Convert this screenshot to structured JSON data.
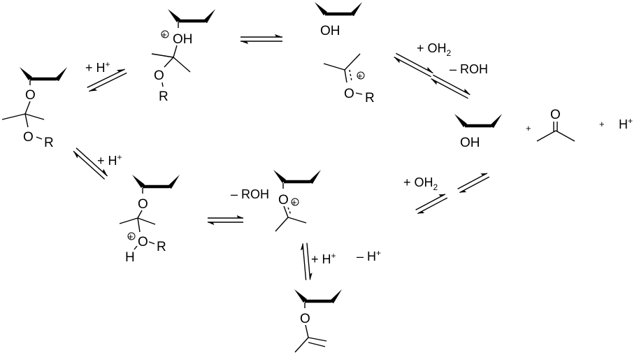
{
  "atoms": {
    "O": "O",
    "OH": "OH",
    "R": "R",
    "H": "H",
    "plus_charge": "+"
  },
  "labels": {
    "a_to_b": {
      "text": "+ H",
      "sup": "+"
    },
    "a_to_e": {
      "text": "+ H",
      "sup": "+"
    },
    "b_to_c": {
      "text": ""
    },
    "c_to_d_water": {
      "text": "+ OH",
      "sub": "2"
    },
    "c_to_d_roh": {
      "text": "– ROH"
    },
    "e_to_f": {
      "text": "– ROH"
    },
    "f_to_d_water": {
      "text": "+ OH",
      "sub": "2"
    },
    "f_to_g_add": {
      "text": "+ H",
      "sup": "+"
    },
    "f_to_g_remove": {
      "text": "– H",
      "sup": "+"
    },
    "products_plus_1": "+",
    "products_plus_2": "+",
    "products_proton": {
      "text": "H",
      "sup": "+"
    }
  }
}
